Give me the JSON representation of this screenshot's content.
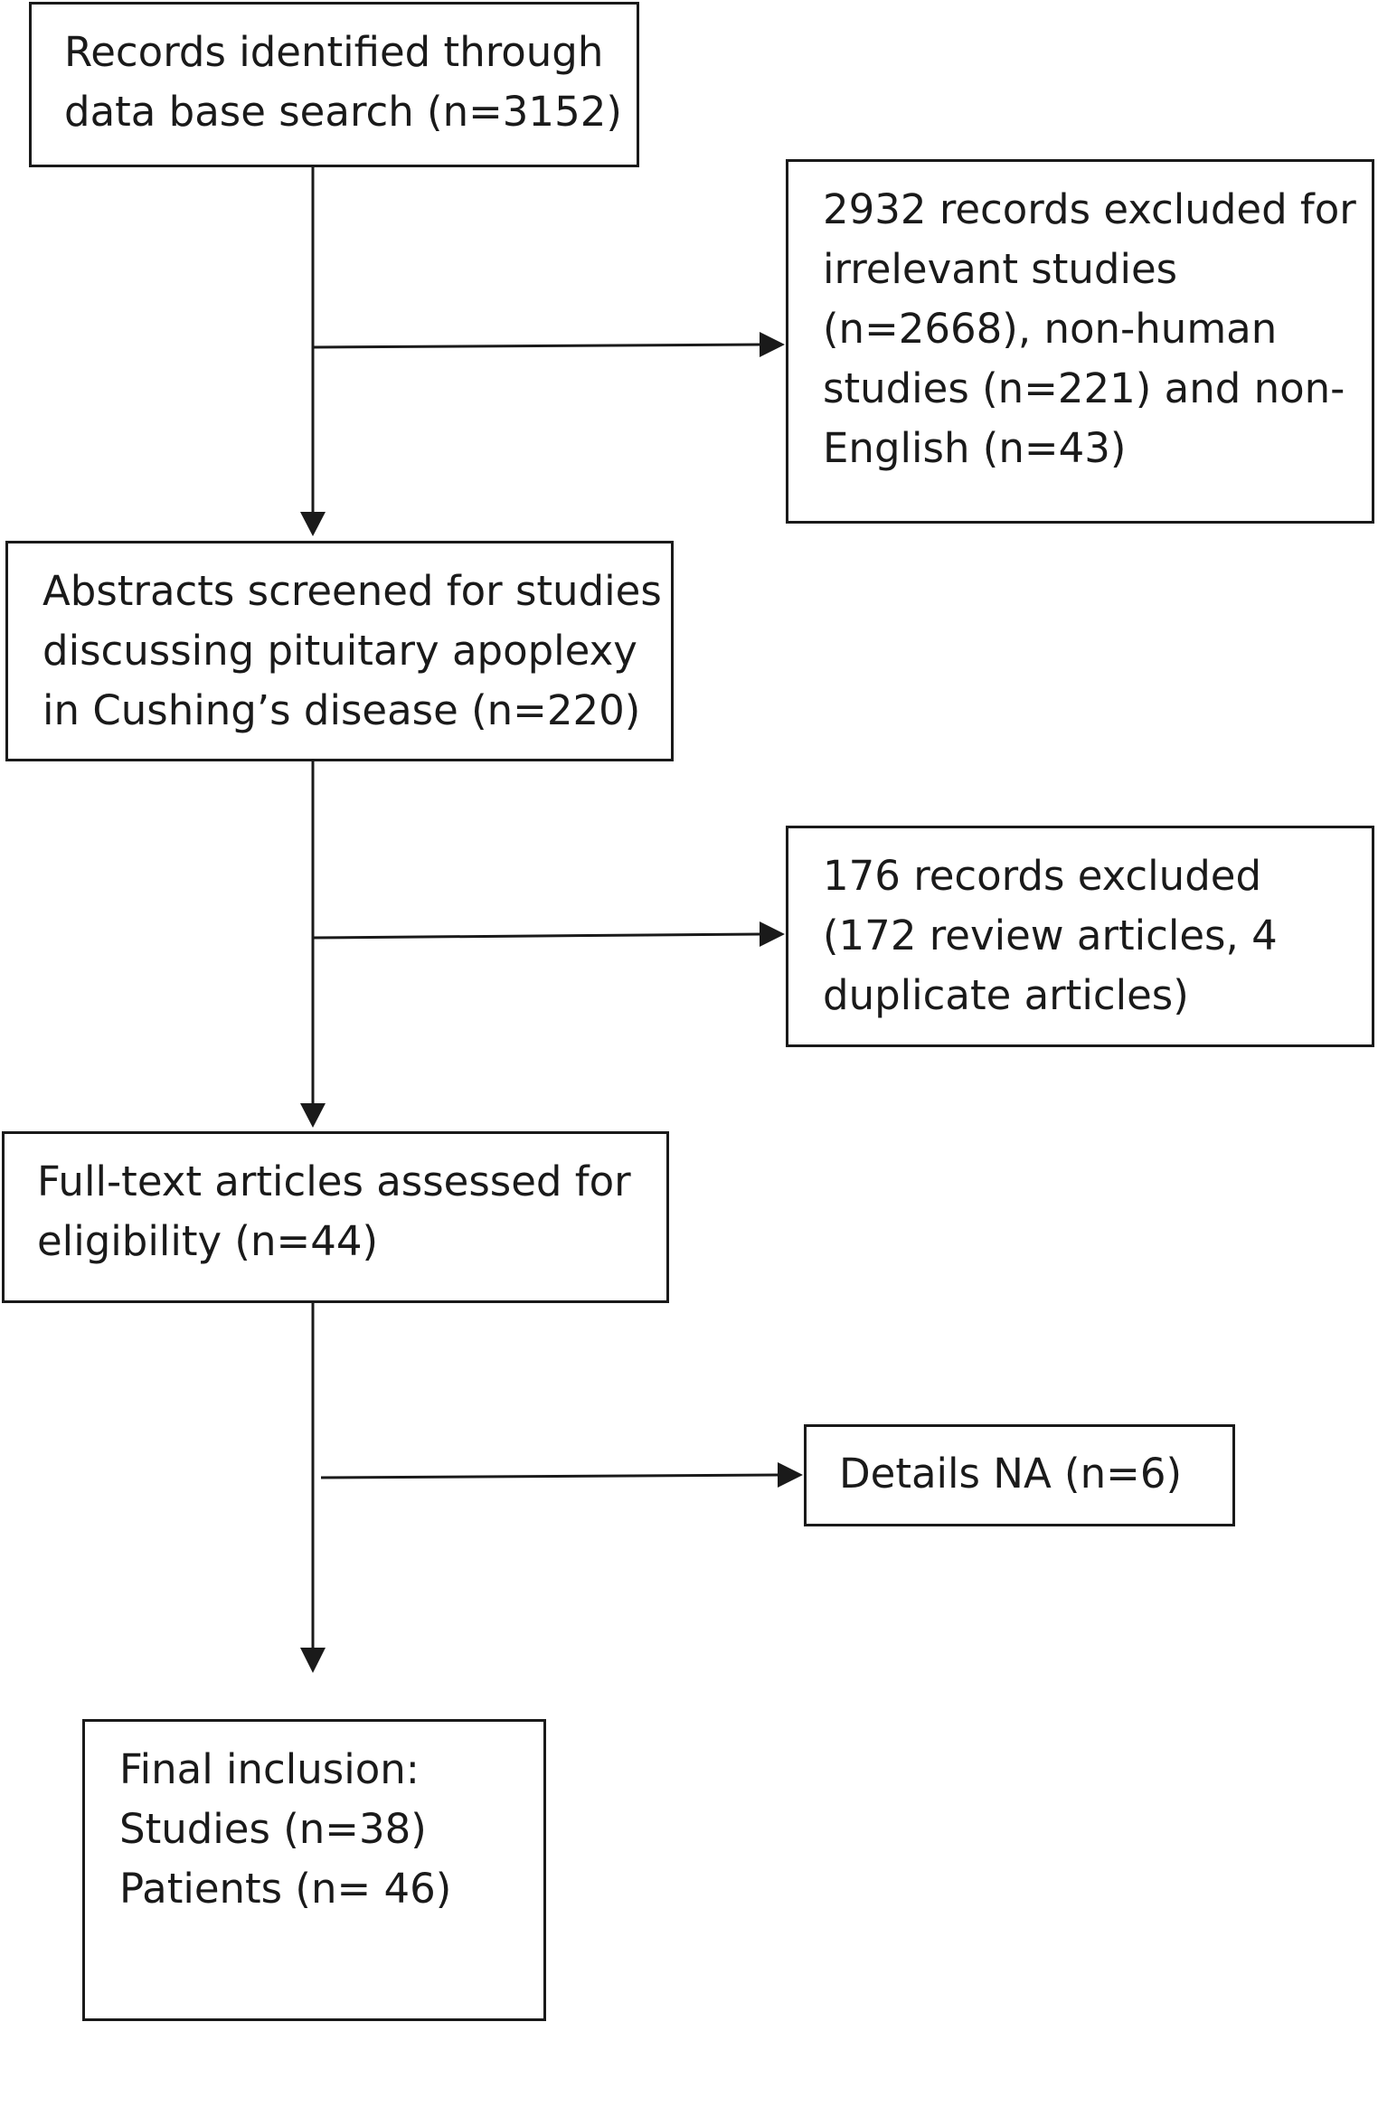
{
  "flowchart": {
    "records_identified": {
      "lines": [
        "Records identified through",
        "data base search (n=3152)"
      ]
    },
    "excluded_first": {
      "lines": [
        "2932 records excluded for",
        "irrelevant studies",
        "(n=2668), non-human",
        "studies (n=221) and non-",
        "English (n=43)"
      ]
    },
    "abstracts_screened": {
      "lines": [
        "Abstracts screened for studies",
        "discussing pituitary apoplexy",
        "in Cushing’s disease (n=220)"
      ]
    },
    "excluded_second": {
      "lines": [
        "176 records excluded",
        "(172 review articles, 4",
        "duplicate articles)"
      ]
    },
    "fulltext_assessed": {
      "lines": [
        "Full-text articles assessed for",
        "eligibility (n=44)"
      ]
    },
    "details_na": {
      "lines": [
        "Details NA (n=6)"
      ]
    },
    "final_inclusion": {
      "lines": [
        "Final inclusion:",
        "Studies (n=38)",
        "Patients (n= 46)"
      ]
    }
  },
  "colors": {
    "stroke": "#1a1a1a",
    "background": "#ffffff"
  }
}
